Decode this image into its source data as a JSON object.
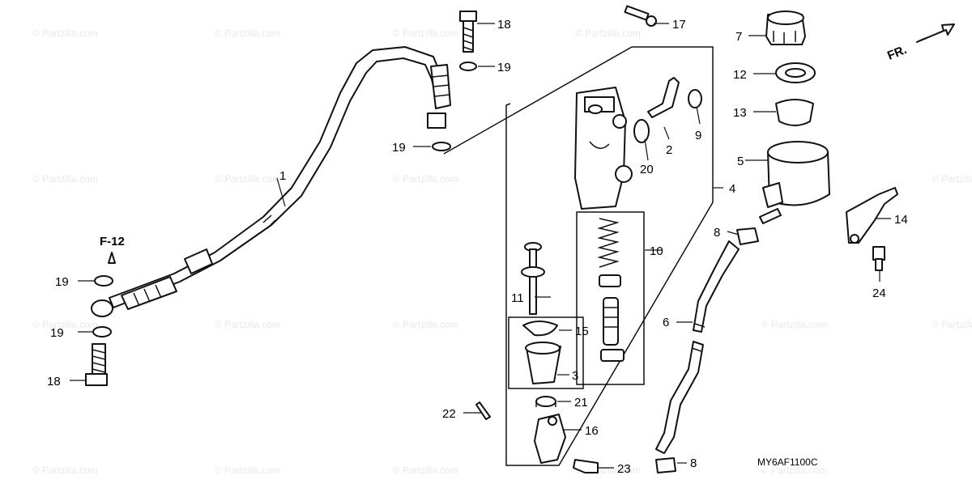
{
  "diagram_code": "MY6AF1100C",
  "direction_marker": "FR.",
  "reference_label": "F-12",
  "watermark_text": "© Partzilla.com",
  "callouts": {
    "c1": "1",
    "c2": "2",
    "c3": "3",
    "c4": "4",
    "c5": "5",
    "c6": "6",
    "c7": "7",
    "c8a": "8",
    "c8b": "8",
    "c9": "9",
    "c10": "10",
    "c11": "11",
    "c12": "12",
    "c13": "13",
    "c14": "14",
    "c15": "15",
    "c16": "16",
    "c17": "17",
    "c18a": "18",
    "c18b": "18",
    "c19a": "19",
    "c19b": "19",
    "c19c": "19",
    "c19d": "19",
    "c20": "20",
    "c21": "21",
    "c22": "22",
    "c23": "23",
    "c24": "24"
  }
}
